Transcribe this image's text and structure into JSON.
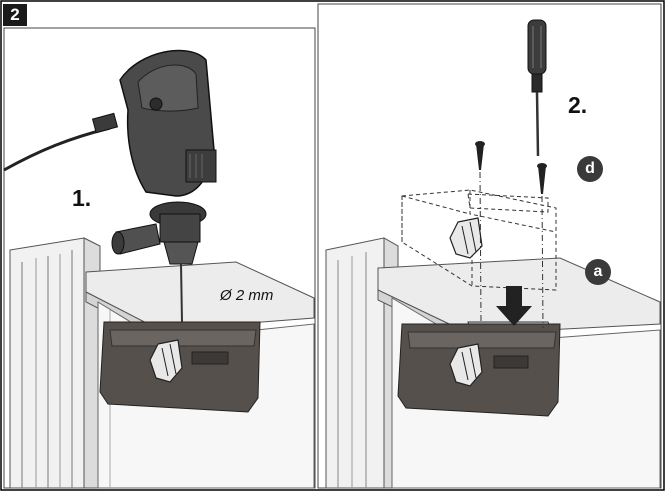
{
  "figure": {
    "step_number": "2",
    "left_panel": {
      "step_label": "1.",
      "drill_size_label": "Ø 2 mm"
    },
    "right_panel": {
      "step_label": "2.",
      "callout_d": "d",
      "callout_a": "a"
    }
  },
  "colors": {
    "frame_border": "#000000",
    "tool_body": "#4a4a4a",
    "device_body": "#4f4b48",
    "callout_fill": "#3a3a3a"
  }
}
